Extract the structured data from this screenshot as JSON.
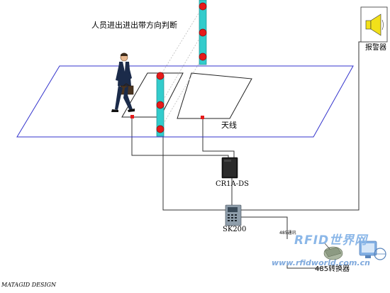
{
  "labels": {
    "title": "人员进出进出带方向判断",
    "antenna": "天线",
    "alarm": "报警器",
    "reader": "CR1A-DS",
    "controller": "SK200",
    "bus": "485通讯",
    "converter": "485转换器",
    "credit": "MATAGID DESIGN"
  },
  "watermark": {
    "text": "RFID世界网",
    "url": "www.rfidworld.com.cn"
  },
  "colors": {
    "floor_outline": "#3333cc",
    "post": "#33cccc",
    "sensor": "#e61a1a",
    "wire": "#333333",
    "alarm_horn": "#f2e01a"
  }
}
